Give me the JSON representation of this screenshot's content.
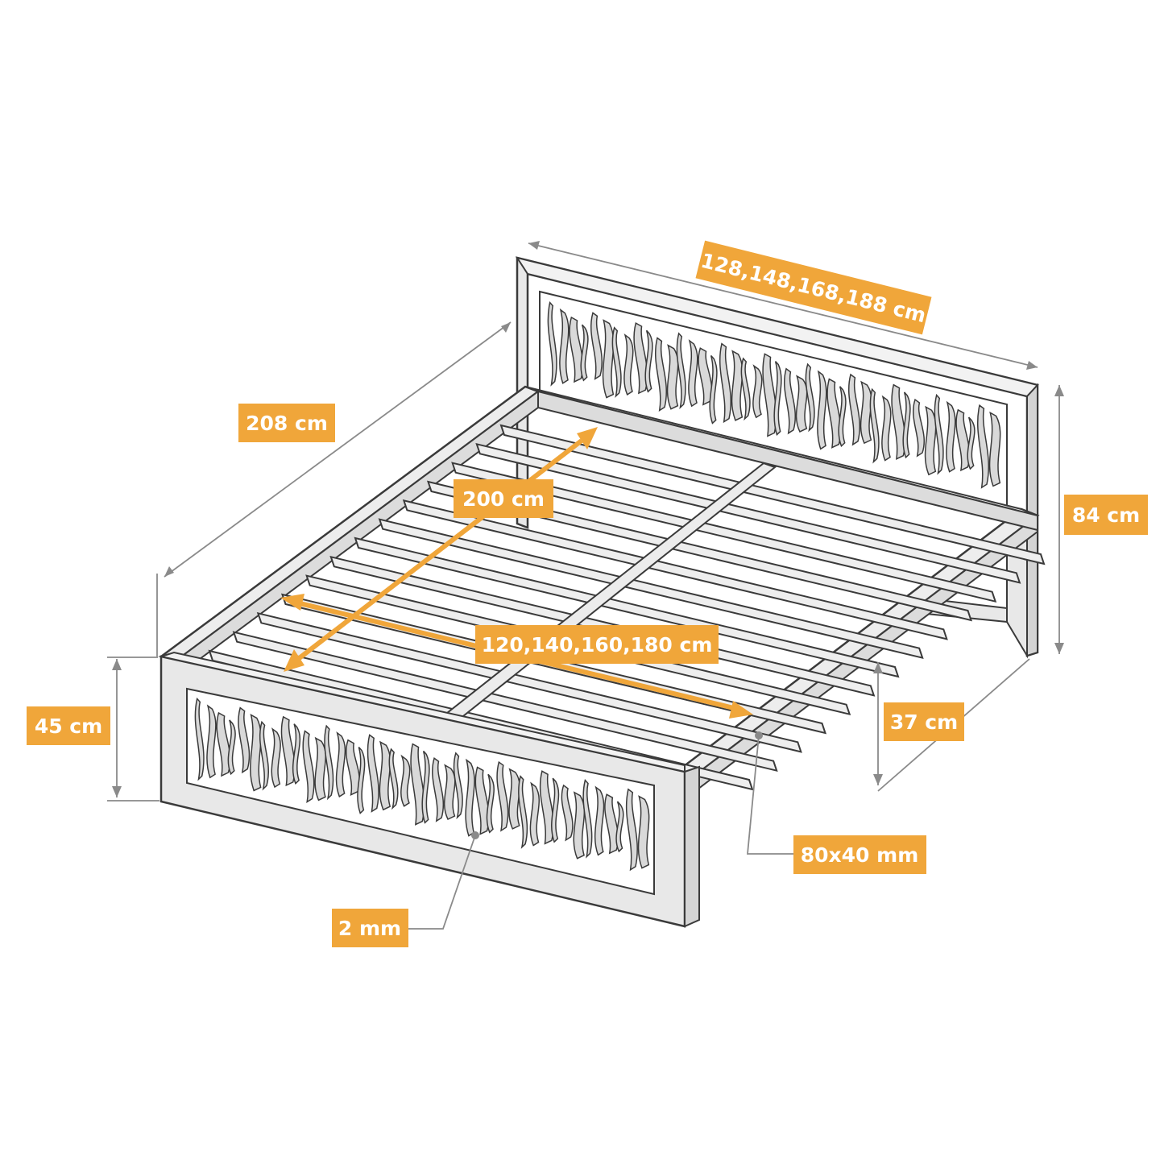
{
  "accent_color": "#f0a63a",
  "frame_fill": "#e8e8e8",
  "frame_stroke": "#3a3a3a",
  "dimension_line_color": "#8a8a8a",
  "labels": {
    "headboard_width": "128,148,168,188 cm",
    "frame_length": "208 cm",
    "mattress_length": "200 cm",
    "headboard_height": "84 cm",
    "mattress_width": "120,140,160,180 cm",
    "footboard_height": "45 cm",
    "side_rail_height": "37 cm",
    "profile_size": "80x40 mm",
    "panel_thickness": "2 mm"
  }
}
